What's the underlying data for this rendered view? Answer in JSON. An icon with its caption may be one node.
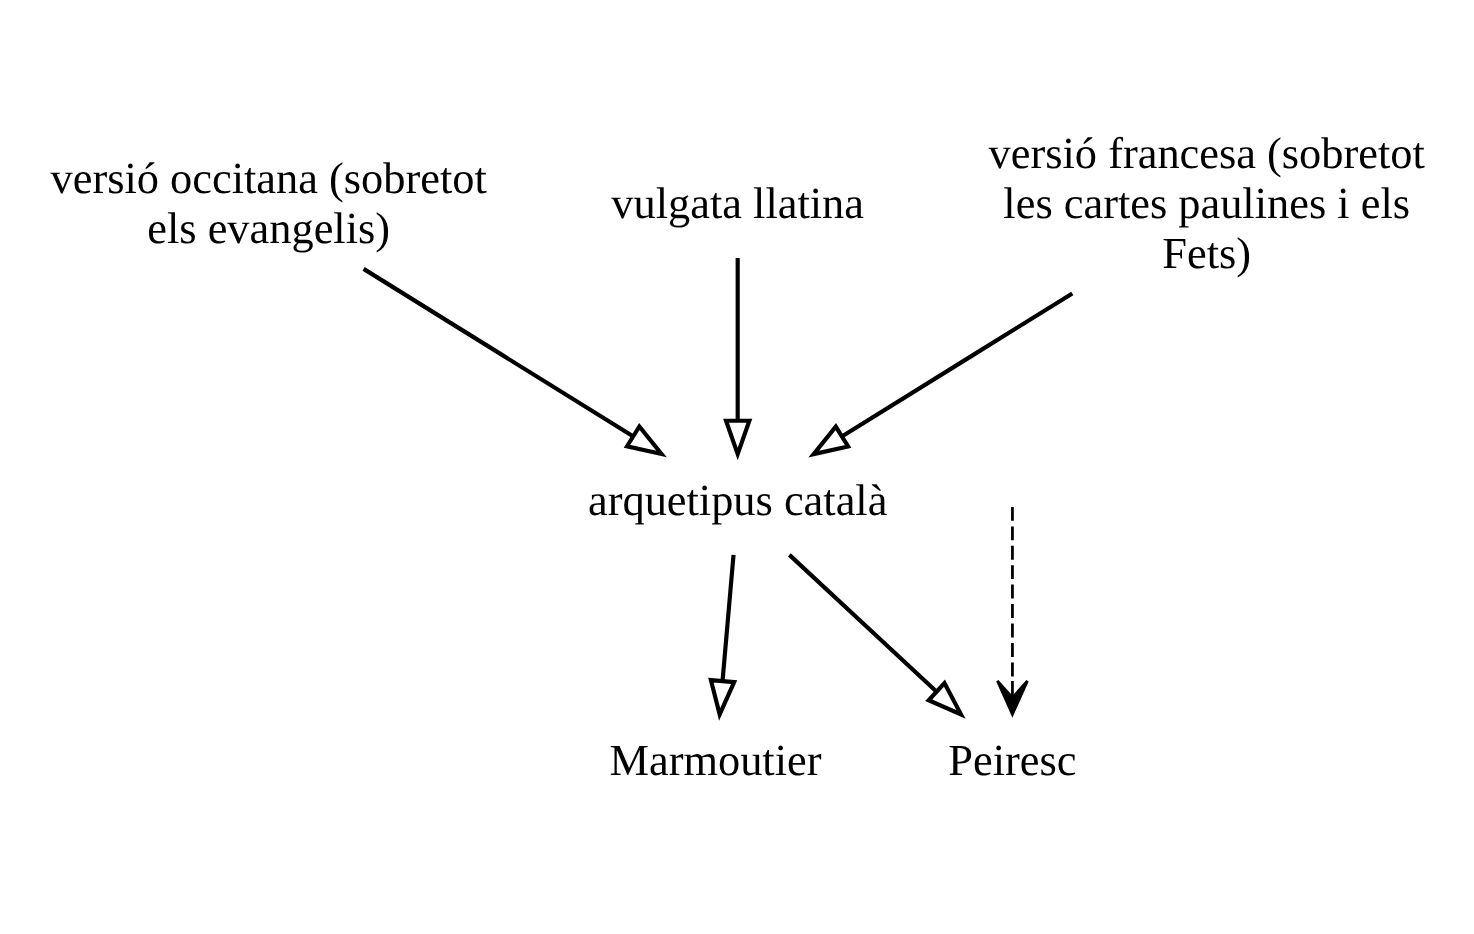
{
  "diagram": {
    "nodes": [
      {
        "text": [
          "versió occitana (sobretot els evangelis)"
        ]
      },
      {
        "text": [
          "vulgata llatina"
        ]
      },
      {
        "text": [
          "versió francesa (sobretot les cartes paulines i els Fets)"
        ]
      },
      {
        "text": [
          "arquetipus català"
        ]
      },
      {
        "text": [
          "Marmoutier"
        ]
      },
      {
        "text": [
          "Peiresc"
        ]
      }
    ],
    "edges": [
      {
        "from": 0,
        "to": 3,
        "arrow": "to"
      },
      {
        "from": 1,
        "to": 3,
        "arrow": "to"
      },
      {
        "from": 2,
        "to": 3,
        "arrow": "to"
      },
      {
        "from": 3,
        "to": 5,
        "arrow": "to"
      },
      {
        "from": 3,
        "to": 4,
        "arrow": "to"
      },
      {
        "from": null,
        "to": 5,
        "arrow": "to",
        "style": "dashed"
      }
    ]
  }
}
